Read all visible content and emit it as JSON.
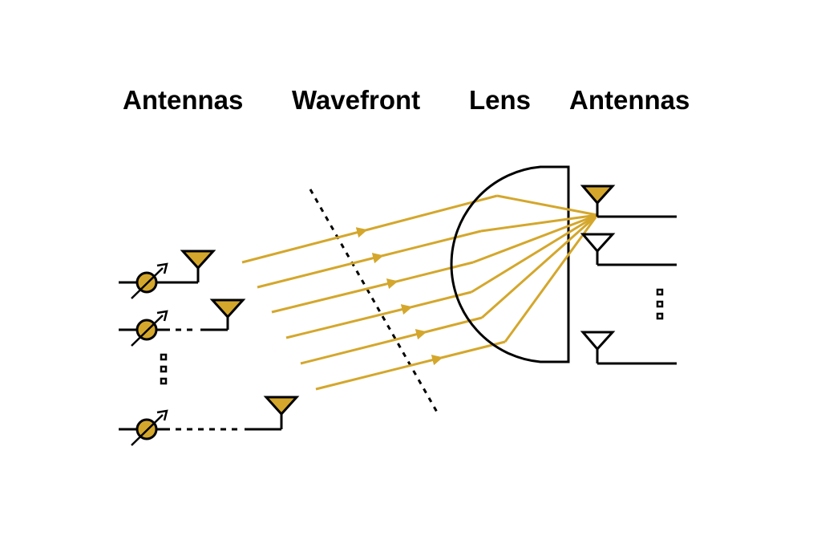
{
  "headings": {
    "tx_antennas": "Antennas",
    "wavefront": "Wavefront",
    "lens": "Lens",
    "rx_antennas": "Antennas"
  },
  "colors": {
    "gold": "#D4A72C",
    "line": "#000000",
    "background": "#FFFFFF"
  },
  "icons": {
    "phase_shifter": "phase-shifter-icon",
    "antenna": "antenna-icon",
    "ellipsis": "vertical-ellipsis-icon"
  }
}
